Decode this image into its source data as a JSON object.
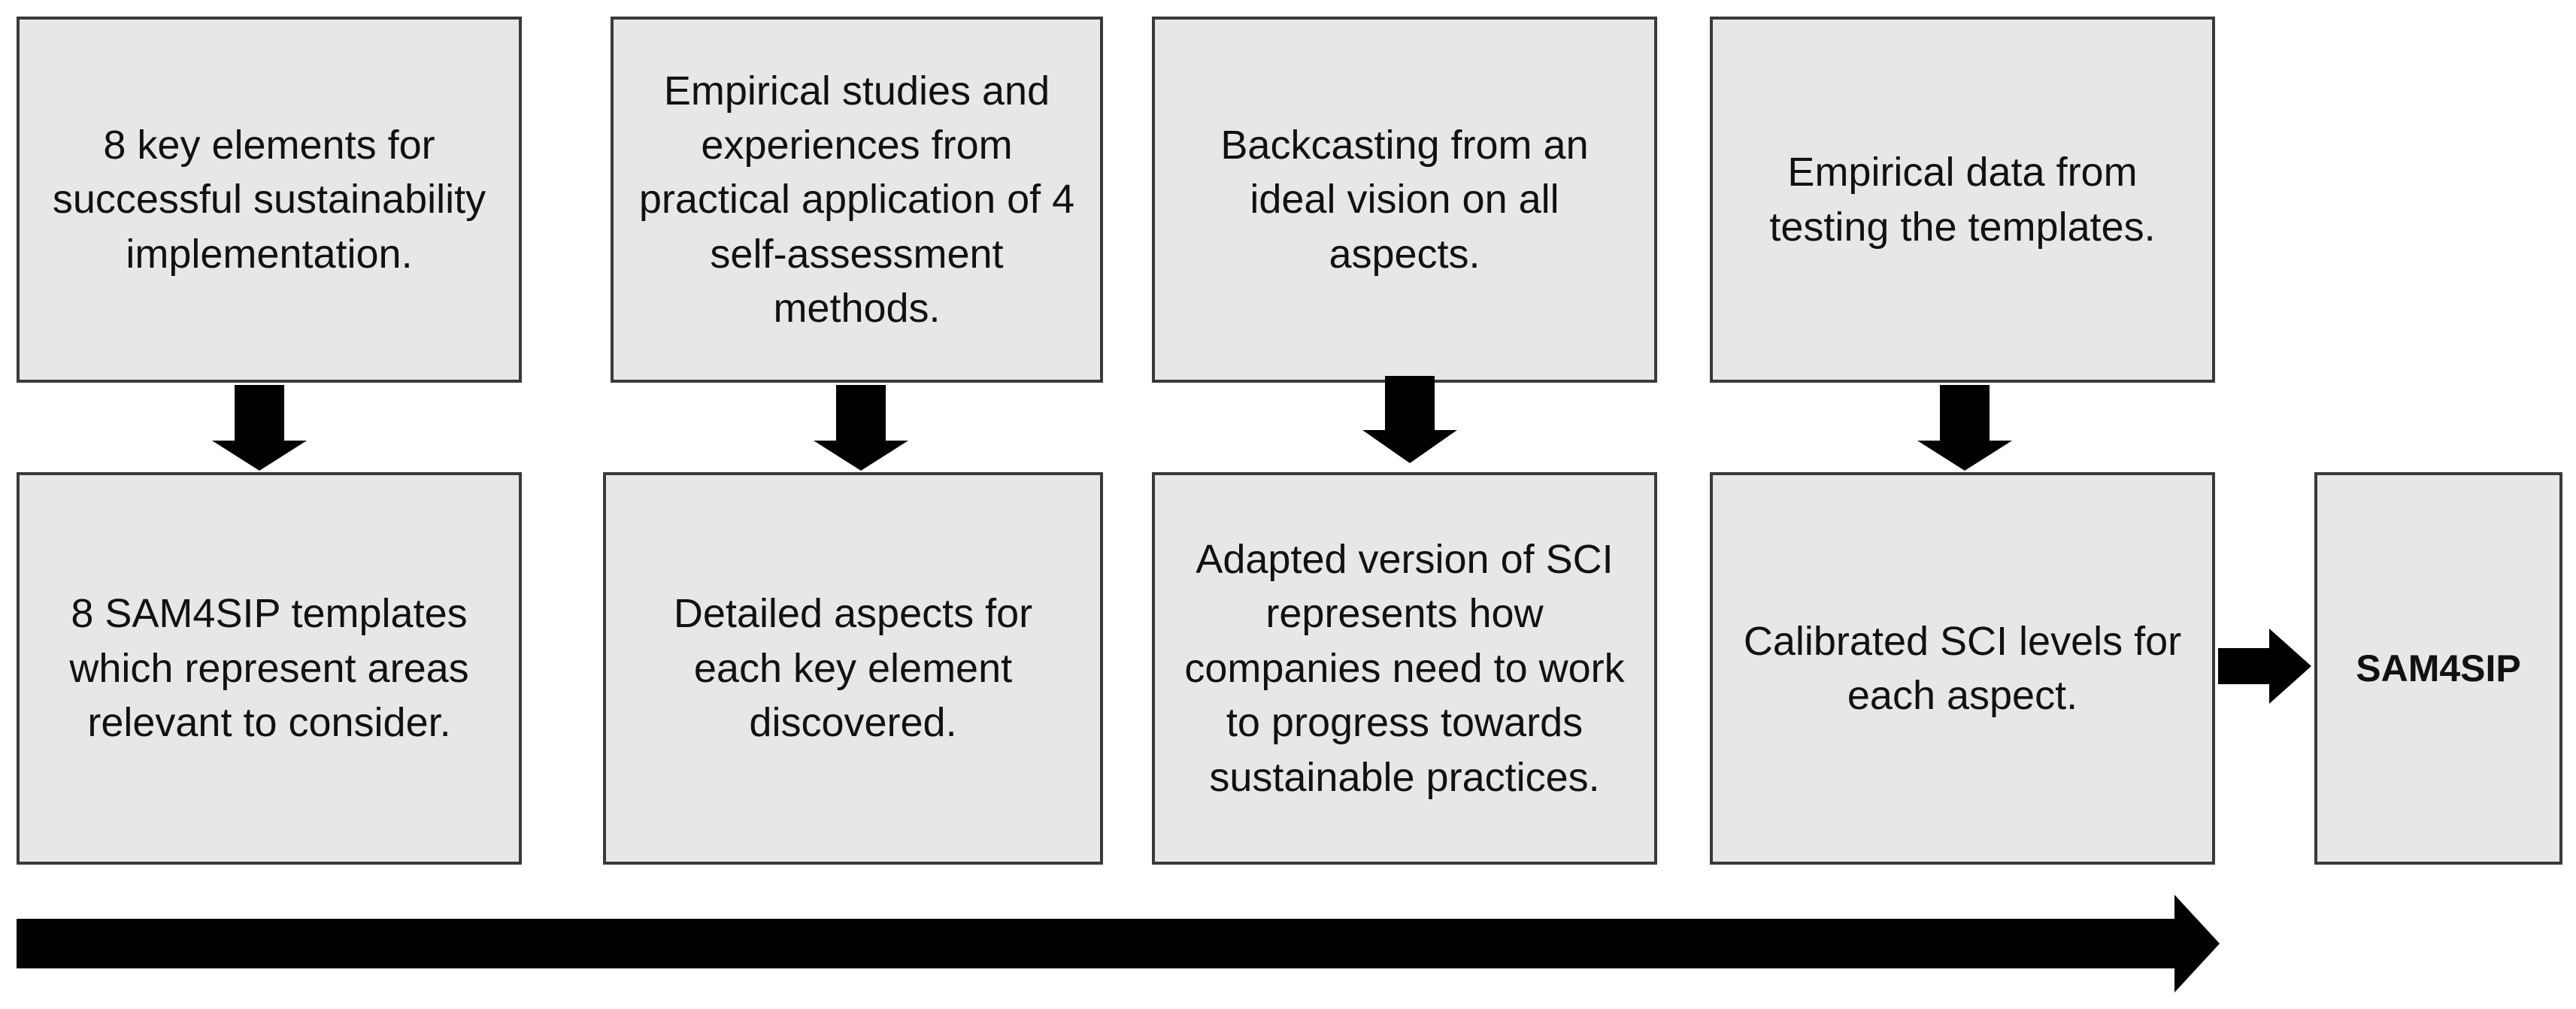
{
  "top_row": [
    {
      "text": "8 key elements for successful sustainability implementation."
    },
    {
      "text": "Empirical studies and experiences from practical application of 4 self-assessment methods."
    },
    {
      "text": "Backcasting from an ideal vision on all aspects."
    },
    {
      "text": "Empirical data from testing the templates."
    }
  ],
  "bottom_row": [
    {
      "text": "8 SAM4SIP templates which represent areas relevant to consider."
    },
    {
      "text": "Detailed aspects for each key element discovered."
    },
    {
      "text": "Adapted version of SCI represents how companies need to work to progress towards sustainable practices."
    },
    {
      "text": "Calibrated SCI levels for each aspect."
    }
  ],
  "result": {
    "text": "SAM4SIP"
  },
  "colors": {
    "box_fill": "#e8e6e7",
    "box_border": "#3a3a3a",
    "arrow": "#000000"
  }
}
